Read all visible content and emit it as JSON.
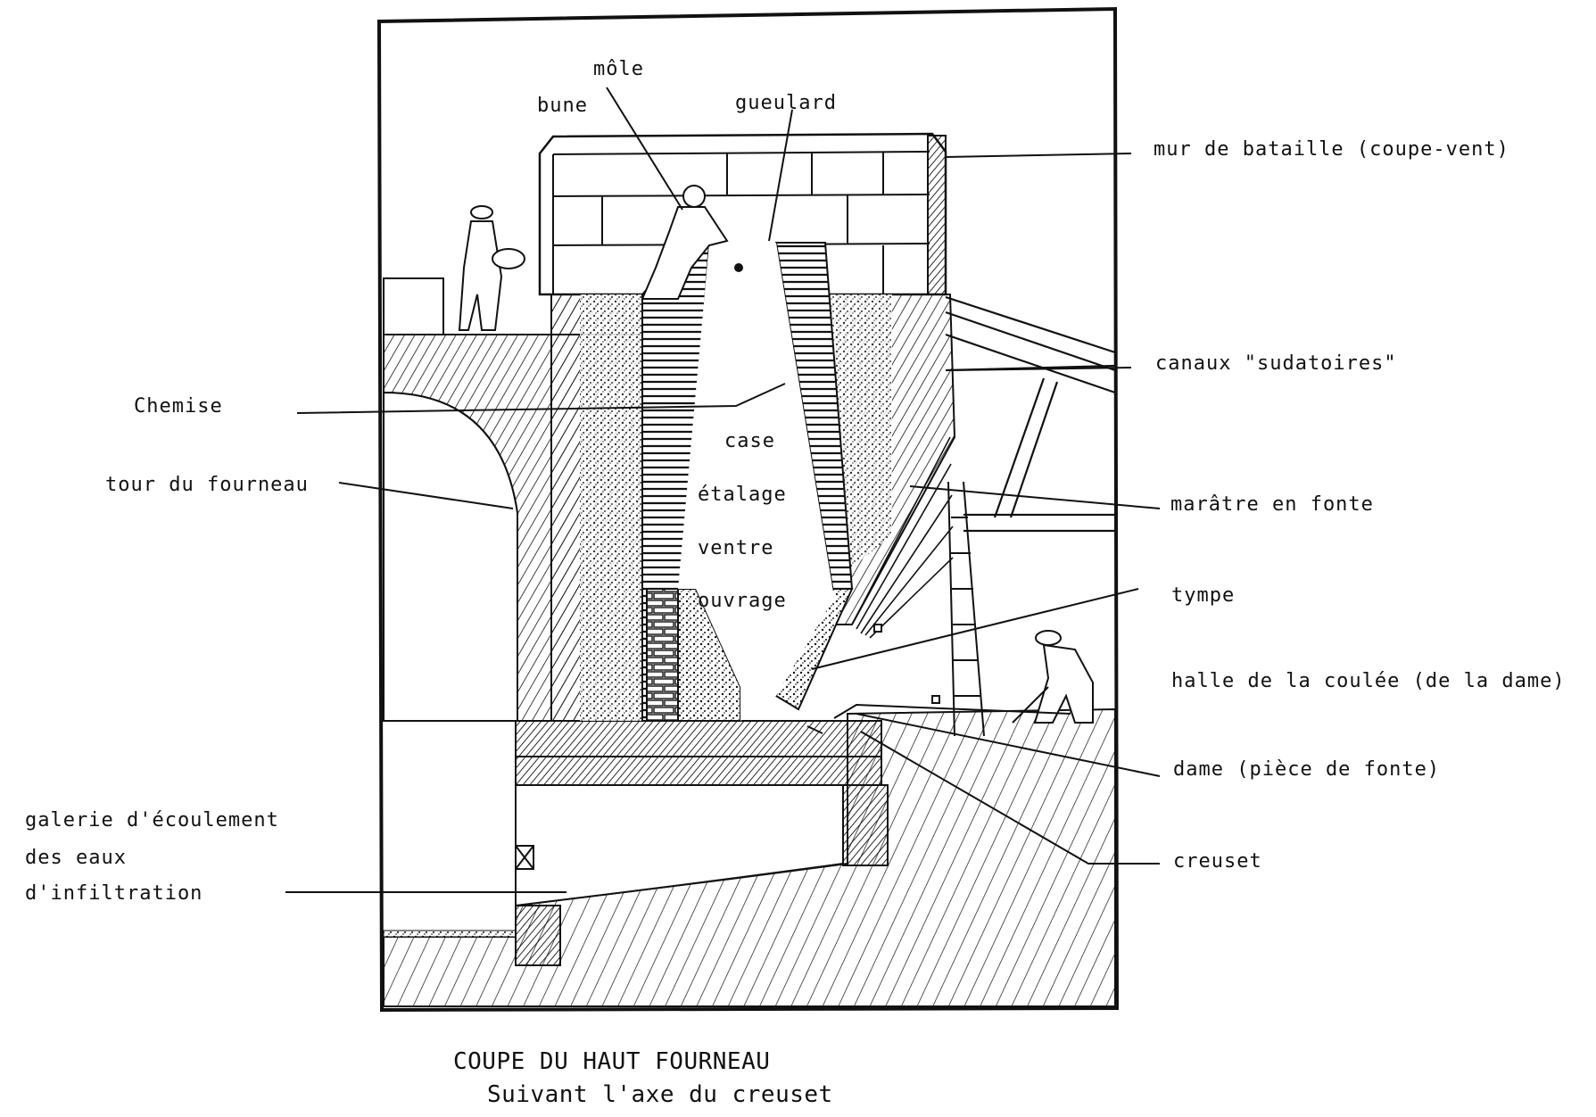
{
  "diagram": {
    "title": "COUPE DU HAUT FOURNEAU",
    "subtitle": "Suivant l'axe du creuset",
    "colors": {
      "ink": "#111111",
      "paper": "#ffffff"
    },
    "labels": {
      "mole": "môle",
      "bune": "bune",
      "gueulard": "gueulard",
      "mur_de_bataille": "mur de bataille (coupe-vent)",
      "canaux": "canaux \"sudatoires\"",
      "chemise": "Chemise",
      "tour": "tour du fourneau",
      "maratre": "marâtre en fonte",
      "tympe": "tympe",
      "halle": "halle de la coulée (de la dame)",
      "dame": "dame (pièce de fonte)",
      "creuset": "creuset",
      "galerie_1": "galerie d'écoulement",
      "galerie_2": "des eaux",
      "galerie_3": "d'infiltration",
      "case": "case",
      "etalage": "étalage",
      "ventre": "ventre",
      "ouvrage": "ouvrage"
    }
  }
}
